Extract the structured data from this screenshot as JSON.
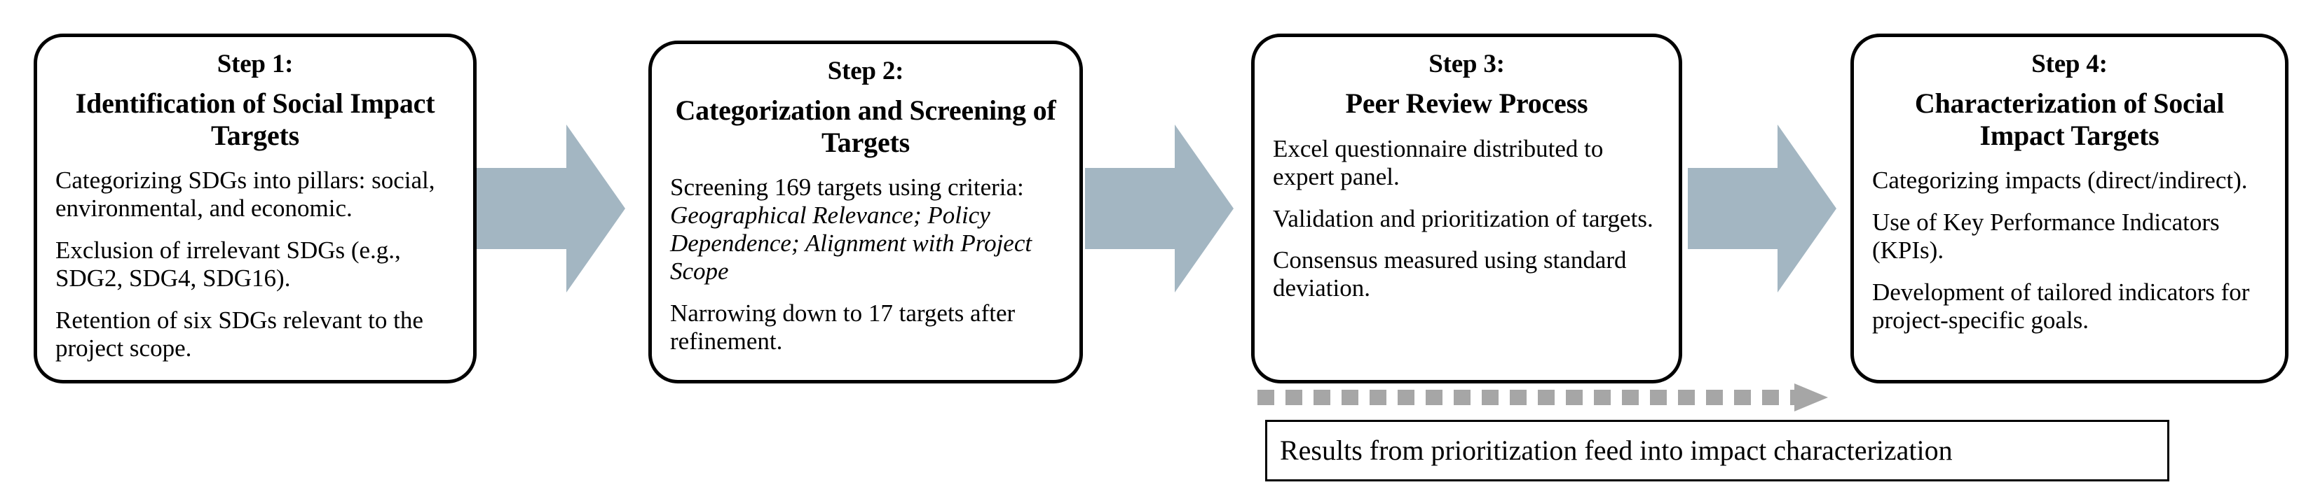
{
  "diagram": {
    "title": "Social Impact Targets Methodology Flow",
    "colors": {
      "arrow_fill": "#a3b6c2",
      "dashed_arrow": "#a6a6a6",
      "box_border": "#000000",
      "background": "#ffffff",
      "text": "#000000"
    }
  },
  "steps": [
    {
      "number": "Step 1:",
      "title": "Identification of Social Impact Targets",
      "bullets": [
        "Categorizing SDGs into pillars: social, environmental, and economic.",
        "Exclusion of irrelevant SDGs (e.g., SDG2, SDG4, SDG16).",
        "Retention of six SDGs relevant to the project scope."
      ]
    },
    {
      "number": "Step 2:",
      "title": "Categorization and Screening of Targets",
      "bullets": [
        "Screening 169 targets using criteria: Geographical Relevance; Policy Dependence; Alignment with Project Scope",
        "Narrowing down to 17 targets after refinement."
      ],
      "bullet_0_plain": "Screening 169 targets using criteria: ",
      "bullet_0_italic": "Geographical Relevance; Policy Dependence; Alignment with Project Scope"
    },
    {
      "number": "Step 3:",
      "title": "Peer Review Process",
      "bullets": [
        "Excel questionnaire distributed to expert panel.",
        "Validation and prioritization of targets.",
        "Consensus measured using standard deviation."
      ]
    },
    {
      "number": "Step 4:",
      "title": "Characterization of Social Impact Targets",
      "bullets": [
        "Categorizing impacts (direct/indirect).",
        "Use of Key Performance Indicators (KPIs).",
        "Development of tailored indicators for project-specific goals."
      ]
    }
  ],
  "connectors": [
    {
      "name": "arrow-step1-to-step2",
      "kind": "solid-block-arrow",
      "direction": "right"
    },
    {
      "name": "arrow-step2-to-step3",
      "kind": "solid-block-arrow",
      "direction": "right"
    },
    {
      "name": "arrow-step3-to-step4",
      "kind": "solid-block-arrow",
      "direction": "right"
    },
    {
      "name": "feedback-dashed-arrow",
      "kind": "dashed-arrow",
      "direction": "right"
    }
  ],
  "caption": {
    "text": "Results from prioritization feed into impact characterization"
  }
}
